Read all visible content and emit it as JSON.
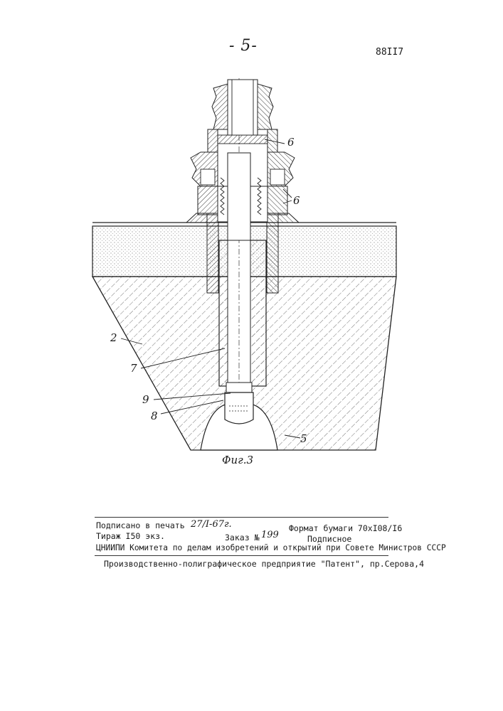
{
  "header": {
    "page_number": "- 5-",
    "patent_number": "88II7"
  },
  "figure": {
    "caption": "Фиг.3",
    "callouts": [
      "6",
      "6",
      "2",
      "7",
      "9",
      "8",
      "5"
    ]
  },
  "imprint": {
    "signed_label": "Подписано в печать",
    "signed_date": "27/I-67г.",
    "format": "Формат бумаги 70xI08/I6",
    "circulation": "Тираж I50 экз.",
    "order_label": "Заказ №",
    "order_no": "199",
    "subscription": "Подписное",
    "institute": "ЦНИИПИ Комитета по делам изобретений и открытий при Совете Министров СССР",
    "printer": "Производственно-полиграфическое предприятие \"Патент\", пр.Серова,4"
  }
}
